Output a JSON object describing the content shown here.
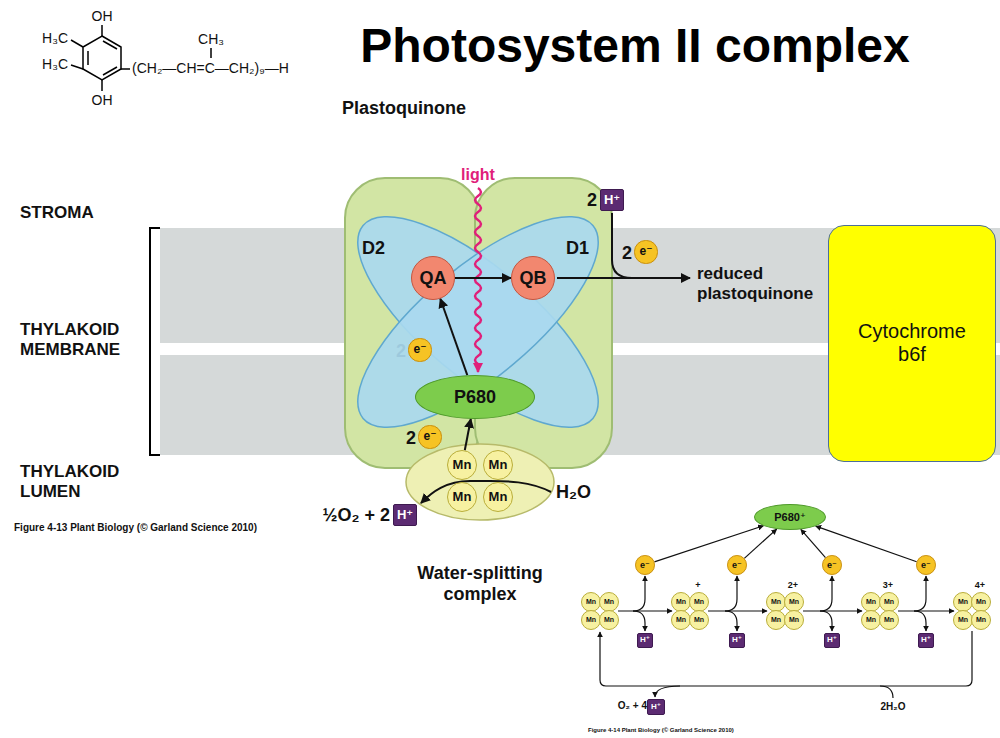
{
  "diagram": {
    "title": "Photosystem II complex",
    "nodes": [
      {
        "text": [
          "D2"
        ]
      },
      {
        "text": [
          "QA"
        ],
        "in": 0
      },
      {
        "text": [
          "D1"
        ]
      },
      {
        "text": [
          "QB"
        ],
        "in": 2
      },
      {
        "text": [
          "P680"
        ]
      },
      {
        "text": [
          "Mn"
        ]
      },
      {
        "text": [
          "Mn"
        ]
      },
      {
        "text": [
          "Mn"
        ]
      },
      {
        "text": [
          "Mn"
        ]
      },
      {
        "text": [
          "Cytochrome b6f"
        ]
      },
      {
        "text": [
          "H⁺"
        ]
      },
      {
        "text": [
          "e⁻"
        ]
      },
      {
        "text": [
          "e⁻"
        ]
      },
      {
        "text": [
          "e⁻"
        ]
      },
      {
        "text": [
          "H⁺"
        ]
      },
      {
        "text": [
          "P680⁺"
        ]
      },
      {
        "text": [
          "e⁻"
        ]
      },
      {
        "text": [
          "e⁻"
        ]
      },
      {
        "text": [
          "e⁻"
        ]
      },
      {
        "text": [
          "e⁻"
        ]
      },
      {
        "text": [
          "H⁺"
        ]
      },
      {
        "text": [
          "H⁺"
        ]
      },
      {
        "text": [
          "H⁺"
        ]
      },
      {
        "text": [
          "H⁺"
        ]
      },
      {
        "text": [
          "H⁺"
        ]
      },
      {
        "text": [
          "Mn"
        ]
      },
      {
        "text": [
          "Mn"
        ]
      },
      {
        "text": [
          "Mn"
        ]
      },
      {
        "text": [
          "Mn"
        ]
      },
      {
        "text": [
          "Mn"
        ]
      },
      {
        "text": [
          "Mn"
        ]
      },
      {
        "text": [
          "Mn"
        ]
      },
      {
        "text": [
          "Mn"
        ]
      },
      {
        "text": [
          "Mn"
        ]
      },
      {
        "text": [
          "Mn"
        ]
      },
      {
        "text": [
          "Mn"
        ]
      },
      {
        "text": [
          "Mn"
        ]
      },
      {
        "text": [
          "Mn"
        ]
      },
      {
        "text": [
          "Mn"
        ]
      },
      {
        "text": [
          "Mn"
        ]
      },
      {
        "text": [
          "Mn"
        ]
      },
      {
        "text": [
          "Mn"
        ]
      },
      {
        "text": [
          "Mn"
        ]
      },
      {
        "text": [
          "Mn"
        ]
      },
      {
        "text": [
          "Mn"
        ]
      }
    ],
    "edges": [
      {
        "from": 4,
        "to": 1,
        "arrow": "to"
      },
      {
        "from": 1,
        "to": 3,
        "arrow": "to"
      },
      {
        "from": 5,
        "to": 4,
        "arrow": "to"
      },
      {
        "from": 16,
        "to": 15,
        "arrow": "to"
      },
      {
        "from": 17,
        "to": 15,
        "arrow": "to"
      },
      {
        "from": 18,
        "to": 15,
        "arrow": "to"
      },
      {
        "from": 19,
        "to": 15,
        "arrow": "to"
      }
    ],
    "labels": [
      "OH",
      "H₃C",
      "H₃C",
      "CH₃",
      "(CH₂—CH=C—CH₂)₉—H",
      "OH",
      "Plastoquinone",
      "light",
      "2",
      "STROMA",
      "2",
      "reduced plastoquinone",
      "THYLAKOID MEMBRANE",
      "2",
      "2",
      "THYLAKOID LUMEN",
      "½O₂ + 2",
      "H₂O",
      "Figure 4-13 Plant Biology (© Garland Science 2010)",
      "Water-splitting complex",
      "+",
      "2+",
      "3+",
      "4+",
      "O₂ + 4",
      "2H₂O",
      "Figure 4-14 Plant Biology (© Garland Science 2010)"
    ]
  }
}
